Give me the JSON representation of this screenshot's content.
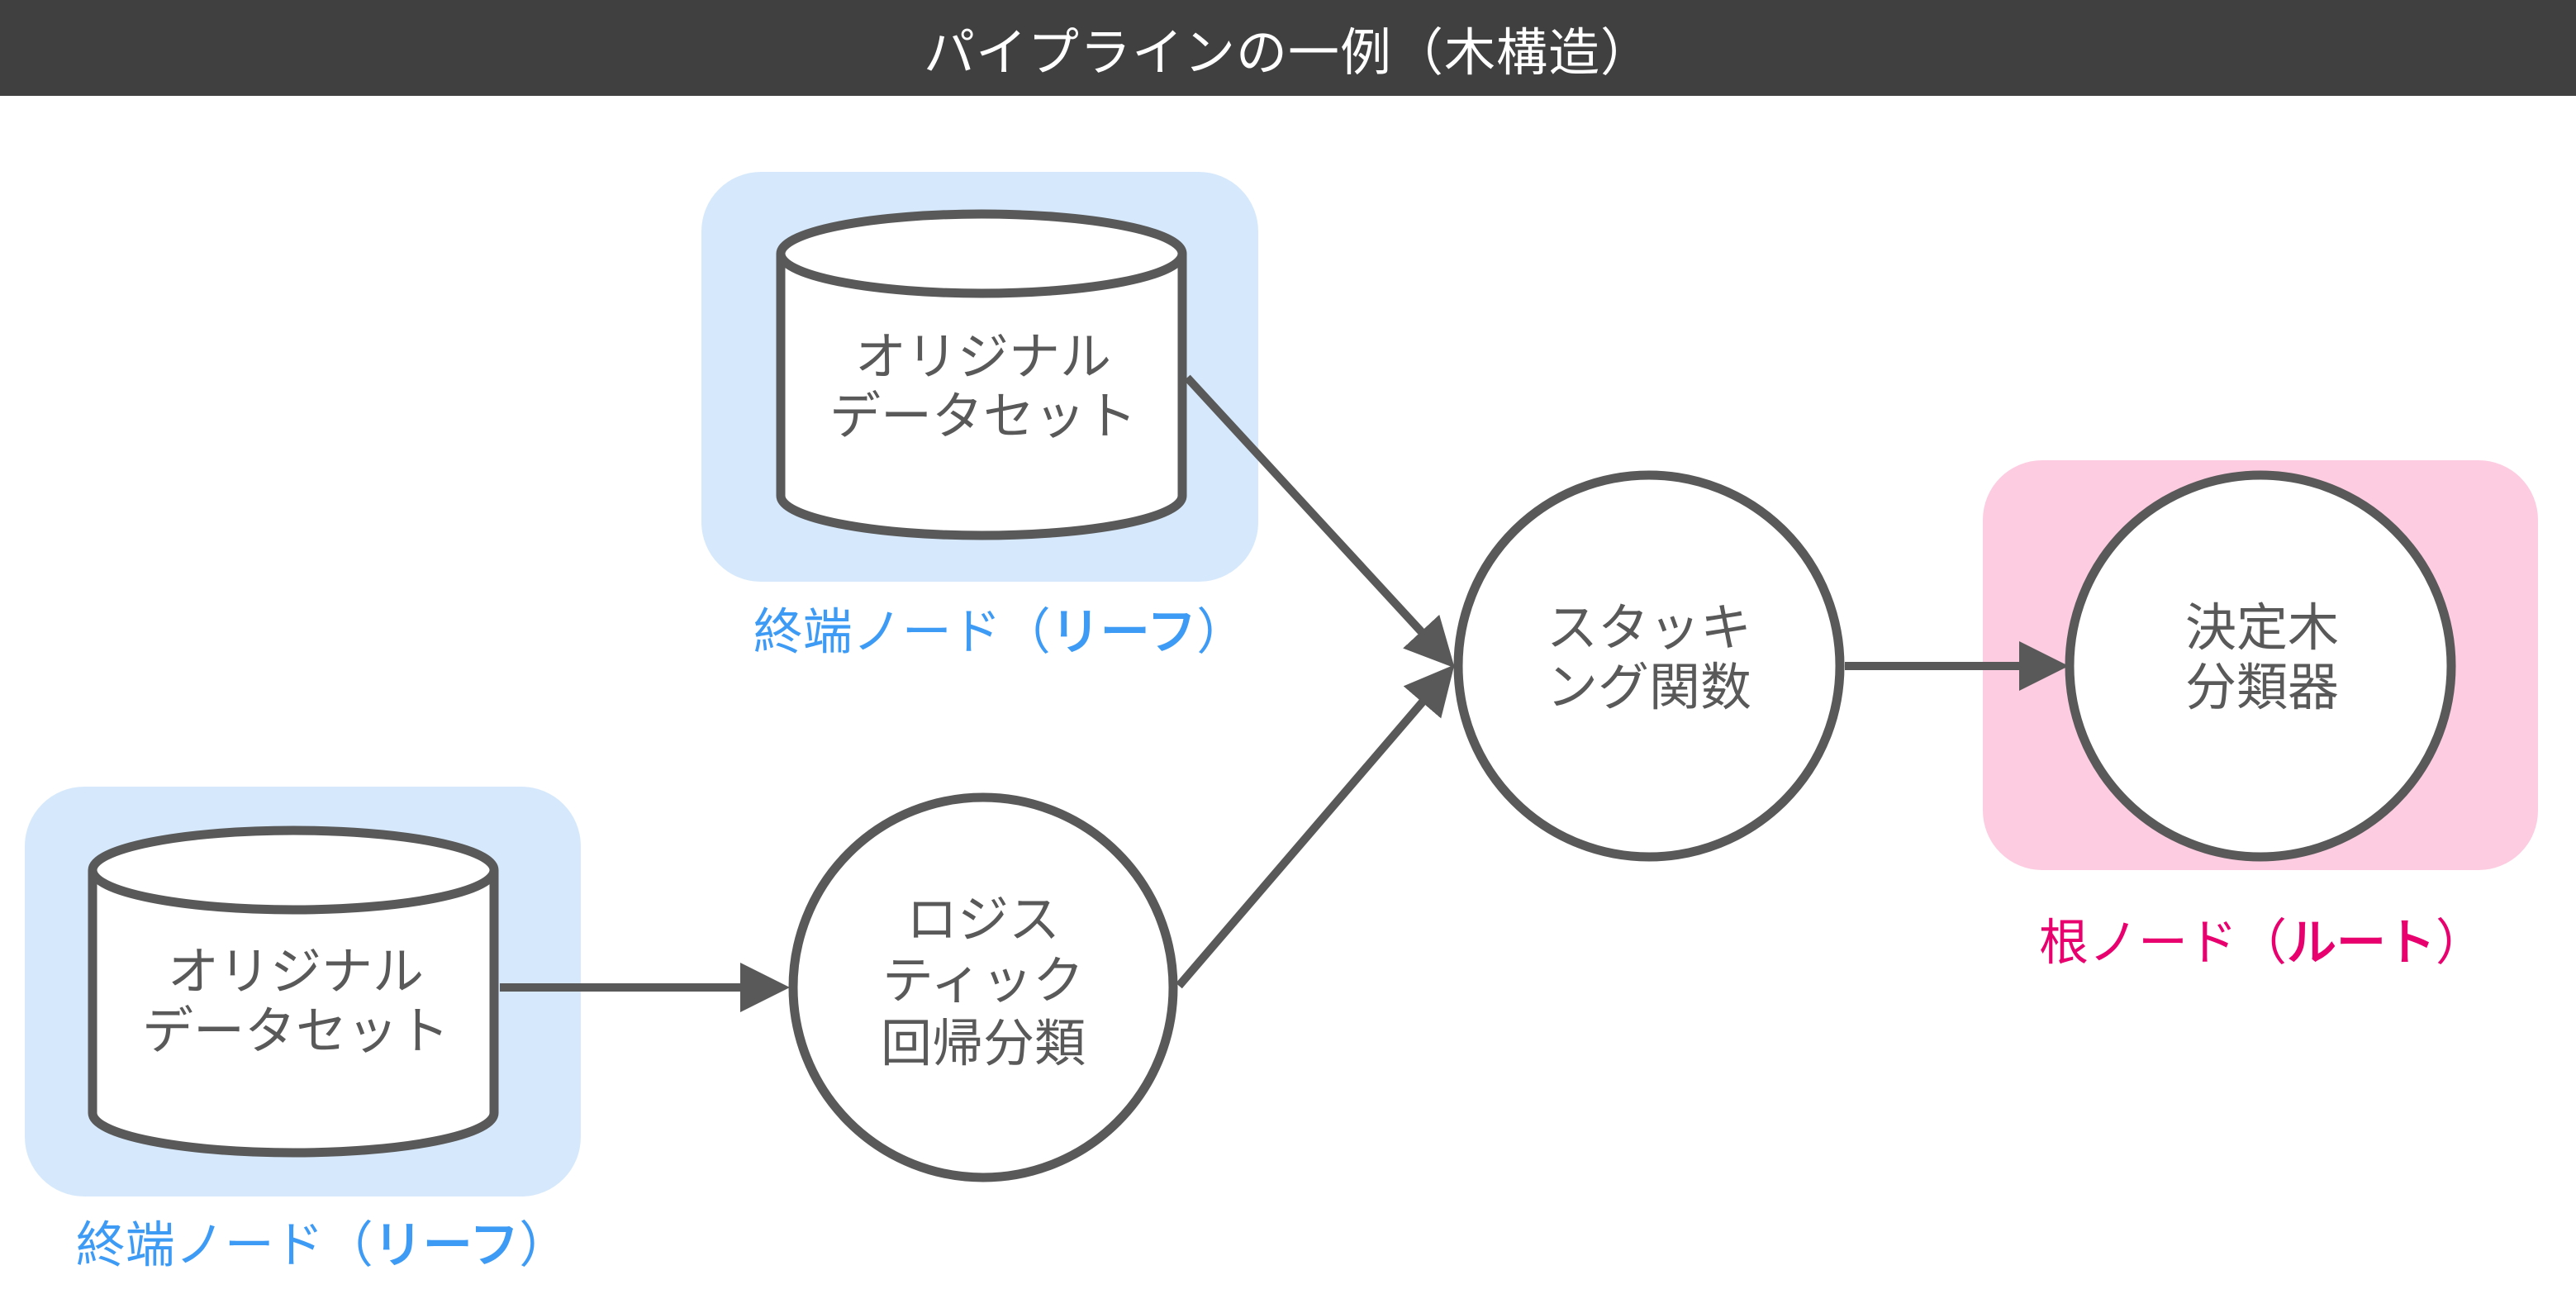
{
  "title": "パイプラインの一例（木構造）",
  "colors": {
    "title_bg": "#404040",
    "stroke": "#595959",
    "leaf_bg": "#D6E9FC",
    "leaf_text": "#3D9BF5",
    "root_bg": "#FDCCE0",
    "root_text": "#E8006F"
  },
  "nodes": {
    "dataset_top": {
      "type": "cylinder",
      "lines": [
        "オリジナル",
        "データセット"
      ]
    },
    "dataset_bottom": {
      "type": "cylinder",
      "lines": [
        "オリジナル",
        "データセット"
      ]
    },
    "logistic": {
      "type": "circle",
      "lines": [
        "ロジス",
        "ティック",
        "回帰分類"
      ]
    },
    "stacking": {
      "type": "circle",
      "lines": [
        "スタッキ",
        "ング関数"
      ]
    },
    "tree": {
      "type": "circle",
      "lines": [
        "決定木",
        "分類器"
      ]
    }
  },
  "edges": [
    {
      "from": "dataset_top",
      "to": "stacking"
    },
    {
      "from": "dataset_bottom",
      "to": "logistic"
    },
    {
      "from": "logistic",
      "to": "stacking"
    },
    {
      "from": "stacking",
      "to": "tree"
    }
  ],
  "labels": {
    "leaf_top": {
      "prefix": "終端ノード（",
      "bold": "リーフ",
      "suffix": "）"
    },
    "leaf_bottom": {
      "prefix": "終端ノード（",
      "bold": "リーフ",
      "suffix": "）"
    },
    "root": {
      "prefix": "根ノード（",
      "bold": "ルート",
      "suffix": "）"
    }
  }
}
